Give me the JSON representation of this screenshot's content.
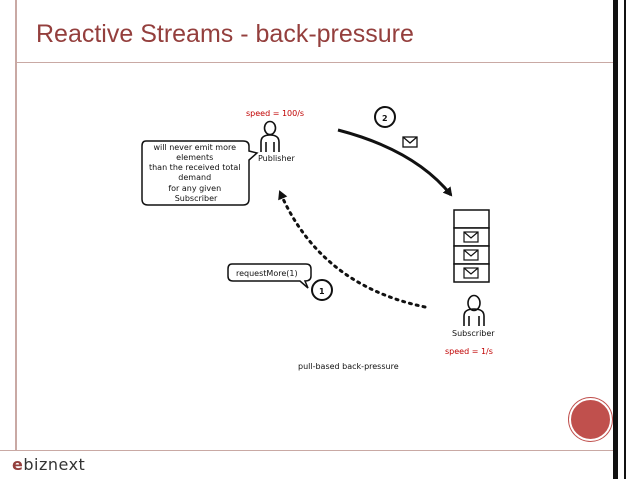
{
  "slide": {
    "title": "Reactive Streams - back-pressure",
    "logo_prefix": "e",
    "logo_main": "biznext"
  },
  "diagram": {
    "publisher_speed": "speed = 100/s",
    "publisher_label": "Publisher",
    "callout_lines": [
      "will never emit more",
      "elements",
      "than the received total",
      "demand",
      "for any given",
      "Subscriber"
    ],
    "step_send": "2",
    "step_request": "1",
    "request_label": "requestMore(1)",
    "subscriber_label": "Subscriber",
    "subscriber_speed": "speed = 1/s",
    "caption": "pull-based back-pressure"
  },
  "colors": {
    "title": "#943f3d",
    "accent_circle": "#c0504d",
    "speed_text": "#c00000"
  },
  "icons": [
    "person-icon",
    "envelope-icon",
    "queue-stack"
  ]
}
